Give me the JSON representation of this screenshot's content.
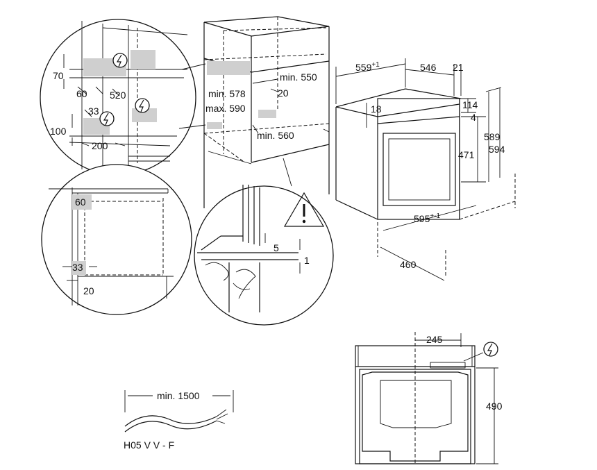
{
  "labels": {
    "d70": "70",
    "d60a": "60",
    "d520": "520",
    "d33a": "33",
    "d100": "100",
    "d200": "200",
    "d60b": "60",
    "d33b": "33",
    "d20a": "20",
    "min578": "min. 578",
    "max590": "max. 590",
    "min550": "min. 550",
    "d20b": "20",
    "min560": "min. 560",
    "d5": "5",
    "d1": "1",
    "d559": "559",
    "d559sup": "+1",
    "d546": "546",
    "d21": "21",
    "d18": "18",
    "d114": "114",
    "d4": "4",
    "d589": "589",
    "d594": "594",
    "d471": "471",
    "d595": "595",
    "d595sup": "+-1",
    "d460": "460",
    "d245": "245",
    "d490": "490",
    "cable_len": "min. 1500",
    "cable_type": "H05 V V - F"
  },
  "icons": [
    "electric-hazard-icon",
    "warning-triangle-icon"
  ]
}
